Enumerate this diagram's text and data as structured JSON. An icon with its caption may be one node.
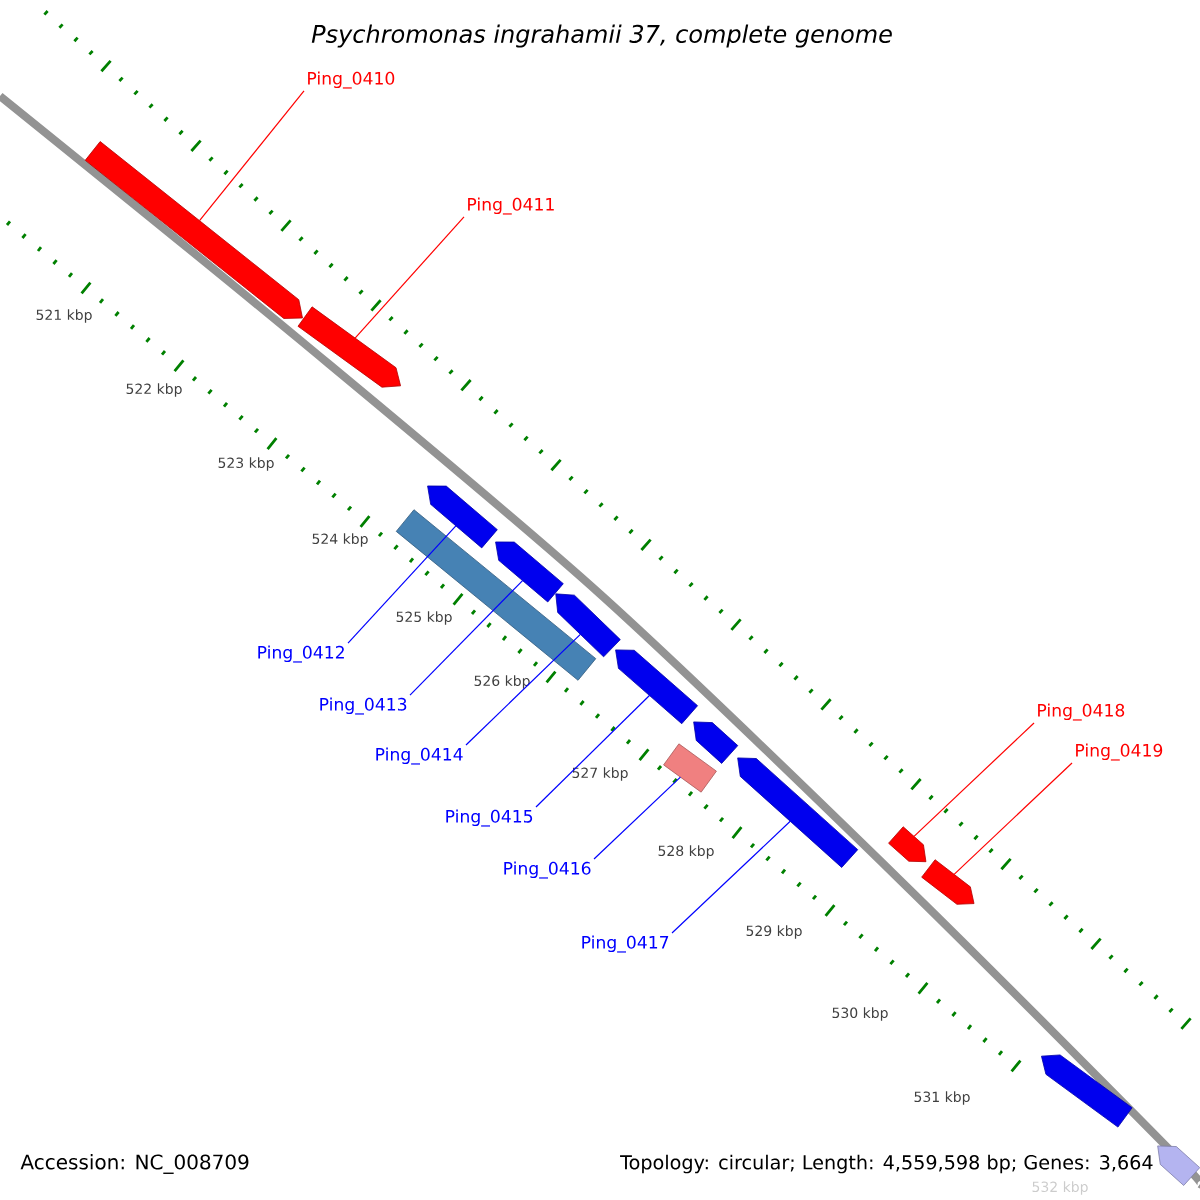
{
  "diagram": {
    "title": "Psychromonas ingrahamii 37, complete genome",
    "nodes": [
      {
        "text": [
          "Ping_0410"
        ]
      },
      {
        "text": [
          "Ping_0411"
        ]
      },
      {
        "text": [
          "Ping_0412"
        ]
      },
      {
        "text": [
          "Ping_0413"
        ]
      },
      {
        "text": [
          "Ping_0414"
        ]
      },
      {
        "text": [
          "Ping_0415"
        ]
      },
      {
        "text": [
          "Ping_0416"
        ]
      },
      {
        "text": [
          "Ping_0417"
        ]
      },
      {
        "text": [
          "Ping_0418"
        ]
      },
      {
        "text": [
          "Ping_0419"
        ]
      },
      {
        "text": [],
        "shape": "arrow"
      },
      {
        "text": [],
        "shape": "arrow"
      },
      {
        "text": [],
        "shape": "bar"
      },
      {
        "text": [],
        "shape": "arrow"
      },
      {
        "text": [],
        "shape": "arrow"
      },
      {
        "text": [],
        "shape": "arrow"
      },
      {
        "text": [],
        "shape": "arrow"
      },
      {
        "text": [],
        "shape": "box"
      },
      {
        "text": [],
        "shape": "arrow"
      },
      {
        "text": [],
        "shape": "arrow"
      },
      {
        "text": [],
        "shape": "arrow"
      },
      {
        "text": [],
        "shape": "arrow"
      },
      {
        "text": [],
        "shape": "arrow"
      },
      {
        "text": [],
        "shape": "arrow"
      }
    ],
    "edges": [
      {
        "from": 0,
        "to": 10,
        "arrow": "none",
        "color": "#ff0000"
      },
      {
        "from": 1,
        "to": 11,
        "arrow": "none",
        "color": "#ff0000"
      },
      {
        "from": 2,
        "to": 13,
        "arrow": "none"
      },
      {
        "from": 3,
        "to": 14,
        "arrow": "none"
      },
      {
        "from": 4,
        "to": 15,
        "arrow": "none"
      },
      {
        "from": 5,
        "to": 16,
        "arrow": "none"
      },
      {
        "from": 6,
        "to": 17,
        "arrow": "none"
      },
      {
        "from": 7,
        "to": 19,
        "arrow": "none"
      },
      {
        "from": 8,
        "to": 20,
        "arrow": "none",
        "color": "#ff0000"
      },
      {
        "from": 9,
        "to": 21,
        "arrow": "none",
        "color": "#ff0000"
      }
    ],
    "labels": [
      "521 kbp",
      "522 kbp",
      "523 kbp",
      "524 kbp",
      "525 kbp",
      "526 kbp",
      "527 kbp",
      "528 kbp",
      "529 kbp",
      "530 kbp",
      "531 kbp",
      "532 kbp",
      "Accession: NC_008709",
      "Topology: circular; Length: 4,559,598 bp; Genes: 3,664"
    ]
  }
}
